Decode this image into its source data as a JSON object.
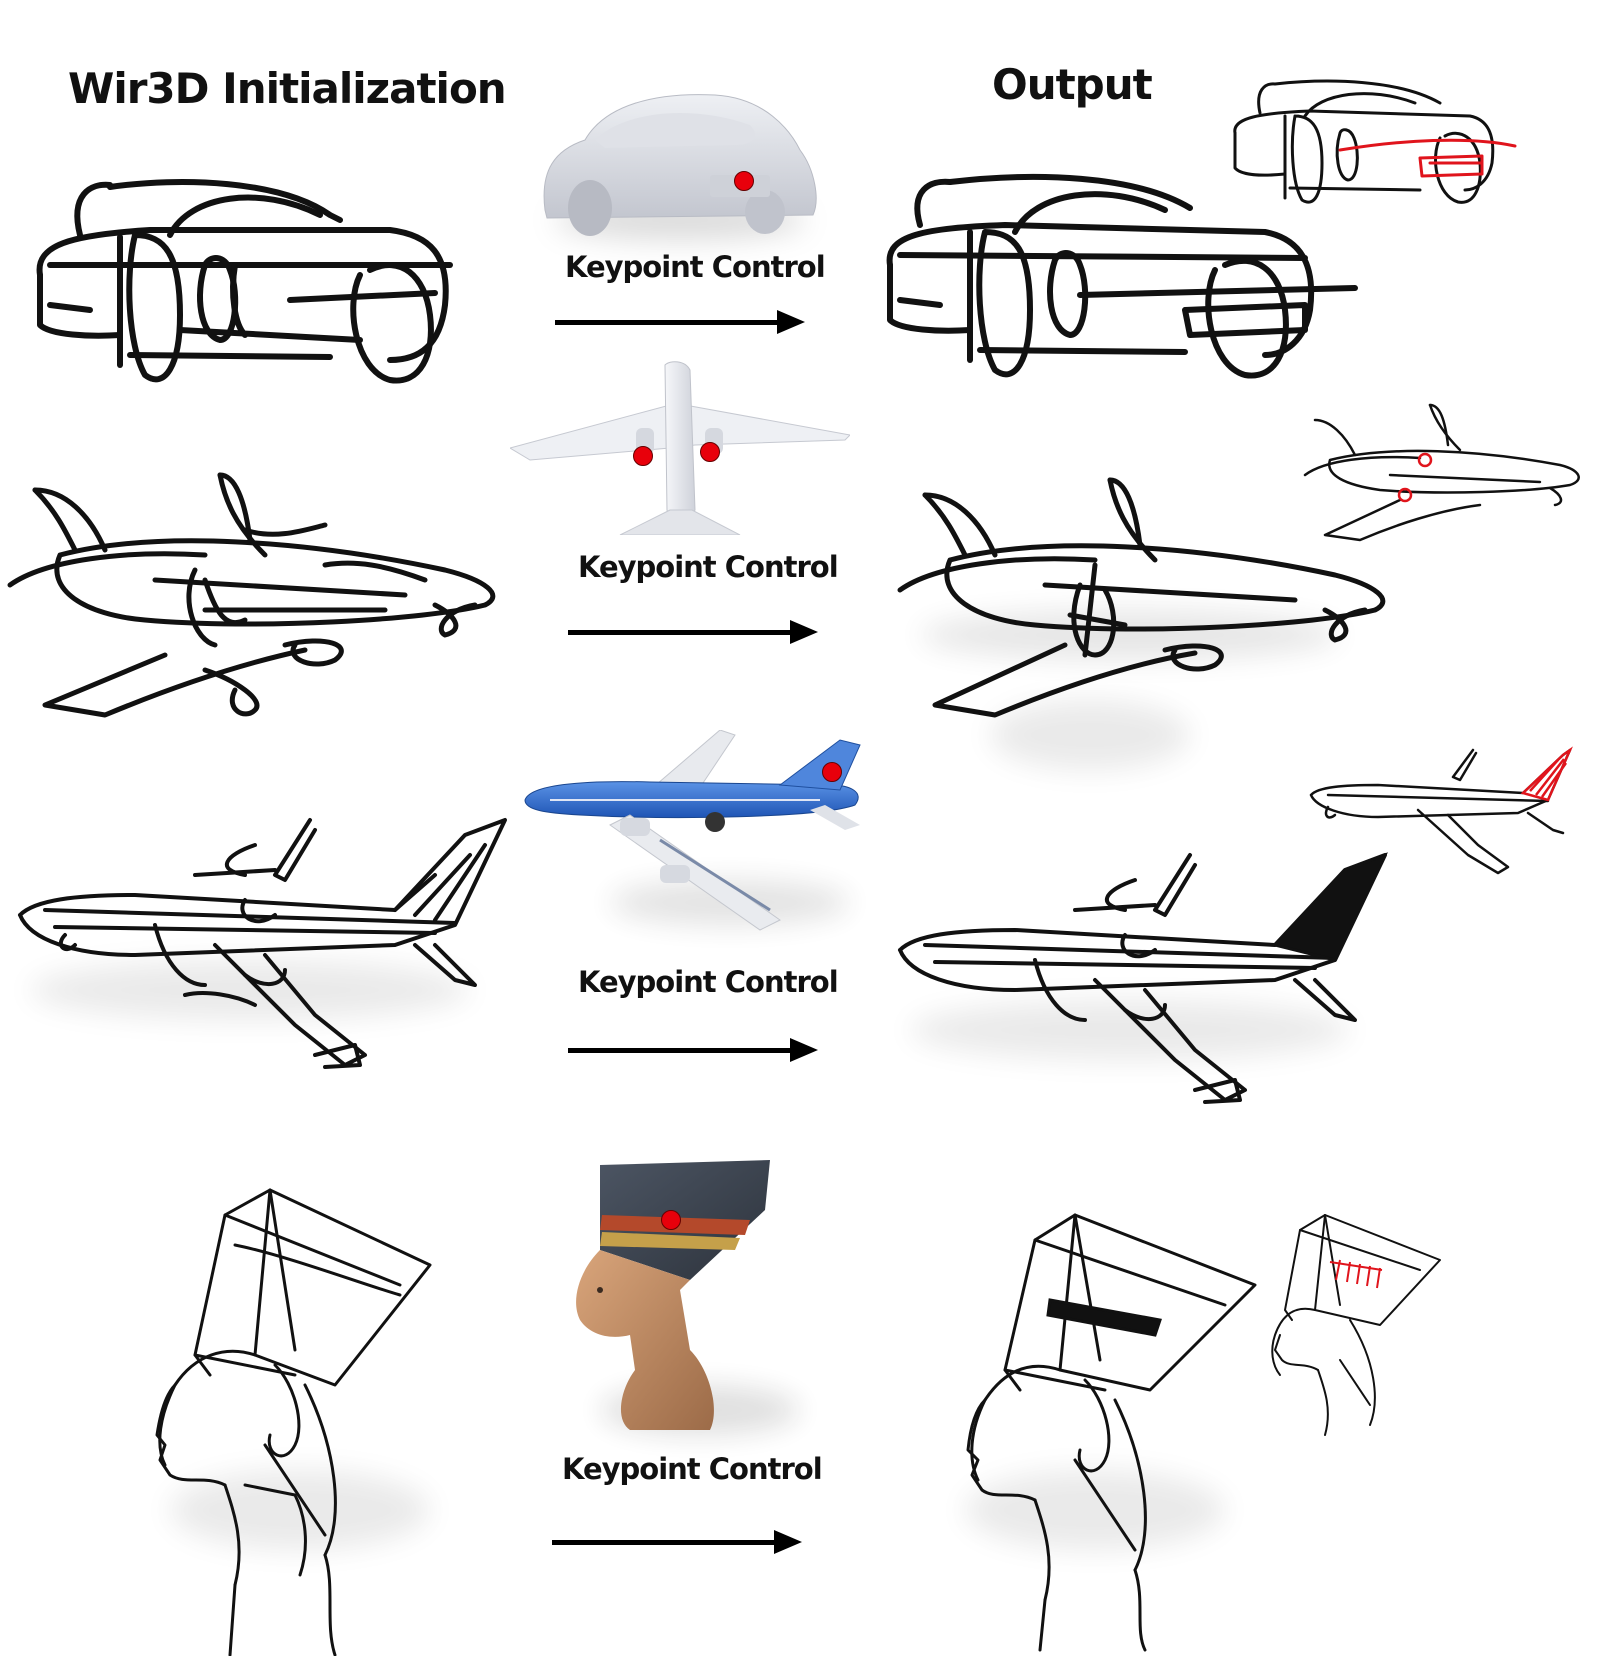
{
  "headers": {
    "initialization": "Wir3D Initialization",
    "output": "Output"
  },
  "rows": [
    {
      "id": "car",
      "control_label": "Keypoint Control"
    },
    {
      "id": "airplane-white",
      "control_label": "Keypoint Control"
    },
    {
      "id": "airplane-blue",
      "control_label": "Keypoint Control"
    },
    {
      "id": "nefertiti",
      "control_label": "Keypoint Control"
    }
  ],
  "colors": {
    "stroke": "#111111",
    "keypoint": "#e8000b",
    "highlight_stroke": "#e0141c",
    "plane_blue": "#2f6fd1",
    "gray_model": "#d9dbe2"
  },
  "icons": [
    "arrow-right-icon",
    "keypoint-dot-icon"
  ]
}
